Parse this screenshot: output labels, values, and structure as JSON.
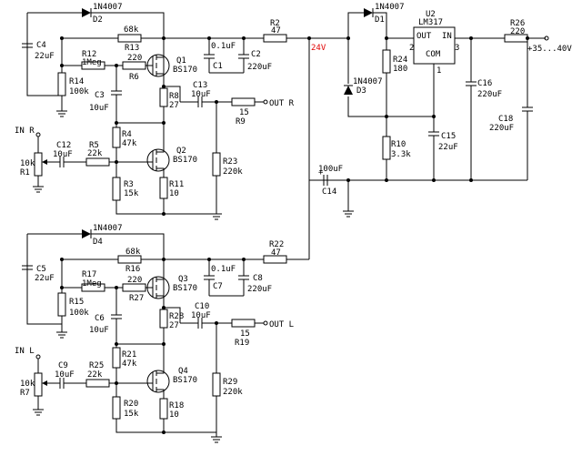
{
  "labels": {
    "D2": "D2",
    "D2_type": "1N4007",
    "D4": "D4",
    "D4_type": "1N4007",
    "D1": "D1",
    "D1_type": "1N4007",
    "D3": "D3",
    "D3_type": "1N4007",
    "C4": "C4",
    "C4_val": "22uF",
    "C5": "C5",
    "C5_val": "22uF",
    "R12": "R12",
    "R12_val": "1Meg",
    "R17": "R17",
    "R17_val": "1Meg",
    "R13": "R13",
    "R13_val": "68k",
    "R16": "R16",
    "R16_val": "68k",
    "R14": "R14",
    "R14_val": "100k",
    "R15": "R15",
    "R15_val": "100k",
    "R6": "R6",
    "R6_val": "220",
    "R27": "R27",
    "R27_val": "220",
    "C3": "C3",
    "C3_val": "10uF",
    "C6": "C6",
    "C6_val": "10uF",
    "Q1": "Q1",
    "Q1_type": "BS170",
    "Q2": "Q2",
    "Q2_type": "BS170",
    "Q3": "Q3",
    "Q3_type": "BS170",
    "Q4": "Q4",
    "Q4_type": "BS170",
    "C1": "C1",
    "C1_val": "0.1uF",
    "C7": "C7",
    "C7_val": "0.1uF",
    "C2": "C2",
    "C2_val": "220uF",
    "C8": "C8",
    "C8_val": "220uF",
    "R2": "R2",
    "R2_val": "47",
    "R22": "R22",
    "R22_val": "47",
    "R8": "R8",
    "R8_val": "27",
    "R28": "R28",
    "R28_val": "27",
    "C13": "C13",
    "C13_val": "10uF",
    "C10": "C10",
    "C10_val": "10uF",
    "R9": "R9",
    "R9_val": "15",
    "R19": "R19",
    "R19_val": "15",
    "out_r": "OUT R",
    "out_l": "OUT L",
    "in_r": "IN R",
    "in_l": "IN L",
    "R1": "R1",
    "R1_val": "10k",
    "R7": "R7",
    "R7_val": "10k",
    "C12": "C12",
    "C12_val": "10uF",
    "C9": "C9",
    "C9_val": "10uF",
    "R5": "R5",
    "R5_val": "22k",
    "R25": "R25",
    "R25_val": "22k",
    "R4": "R4",
    "R4_val": "47k",
    "R21": "R21",
    "R21_val": "47k",
    "R3": "R3",
    "R3_val": "15k",
    "R20": "R20",
    "R20_val": "15k",
    "R11": "R11",
    "R11_val": "10",
    "R18": "R18",
    "R18_val": "10",
    "R23": "R23",
    "R23_val": "220k",
    "R29": "R29",
    "R29_val": "220k",
    "v24": "24V",
    "U2": "U2",
    "U2_type": "LM317",
    "pin_out": "OUT",
    "pin_in": "IN",
    "pin_com": "COM",
    "pin2": "2",
    "pin3": "3",
    "pin1": "1",
    "R24": "R24",
    "R24_val": "180",
    "R10": "R10",
    "R10_val": "3.3k",
    "C15": "C15",
    "C15_val": "22uF",
    "C16": "C16",
    "C16_val": "220uF",
    "C18": "C18",
    "C18_val": "220uF",
    "R26": "R26",
    "R26_val": "220",
    "vin": "+35...40V",
    "C14": "C14",
    "C14_val": "100uF",
    "plus": "+"
  },
  "colors": {
    "wire": "#000000",
    "rail_label": "#e00000",
    "background": "#ffffff"
  }
}
